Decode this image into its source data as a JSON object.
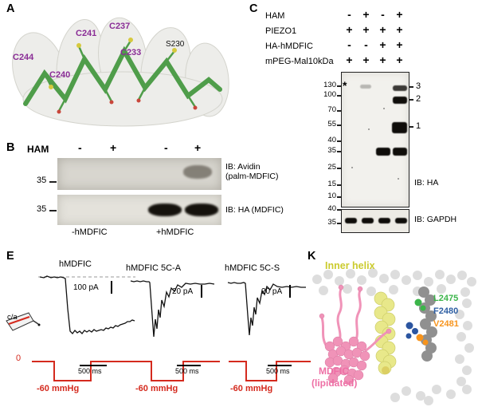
{
  "colors": {
    "residue_purple": "#8a2d96",
    "ribbon_green": "#4f9d4a",
    "trace_red": "#d42a1e",
    "mdfic_pink": "#ee6fa5",
    "inner_helix_yellow": "#cbcb2e",
    "l2475_green": "#3cb54a",
    "f2480_blue": "#2e5fa3",
    "v2481_orange": "#f7941d"
  },
  "panels": {
    "A": {
      "label": "A",
      "residues": {
        "c244": "C244",
        "c240": "C240",
        "c241": "C241",
        "c237": "C237",
        "c233": "C233",
        "s230": "S230"
      }
    },
    "B": {
      "label": "B",
      "ham": "HAM",
      "signs": [
        "-",
        "+",
        "-",
        "+"
      ],
      "mw_top": "35",
      "mw_bottom": "35",
      "ib_top_line1": "IB: Avidin",
      "ib_top_line2": "(palm-MDFIC)",
      "ib_bottom": "IB: HA (MDFIC)",
      "group_left": "-hMDFIC",
      "group_right": "+hMDFIC"
    },
    "C": {
      "label": "C",
      "rows": [
        {
          "name": "HAM",
          "signs": [
            "-",
            "+",
            "-",
            "+"
          ]
        },
        {
          "name": "PIEZO1",
          "signs": [
            "+",
            "+",
            "+",
            "+"
          ]
        },
        {
          "name": "HA-hMDFIC",
          "signs": [
            "-",
            "-",
            "+",
            "+"
          ]
        },
        {
          "name": "mPEG-Mal10kDa",
          "signs": [
            "+",
            "+",
            "+",
            "+"
          ]
        }
      ],
      "mw_main": [
        "130",
        "100",
        "70",
        "55",
        "40",
        "35",
        "25",
        "15",
        "10"
      ],
      "asterisk": "*",
      "band_numbers": [
        "3",
        "2",
        "1"
      ],
      "ib_main": "IB: HA",
      "mw_gapdh": [
        "40",
        "35"
      ],
      "ib_gapdh": "IB: GAPDH"
    },
    "E": {
      "label": "E",
      "traces": [
        {
          "title": "hMDFIC",
          "scale_pa": "100 pA",
          "scale_ms": "500 ms",
          "pressure": "-60 mmHg"
        },
        {
          "title": "hMDFIC 5C-A",
          "scale_pa": "20 pA",
          "scale_ms": "500 ms",
          "pressure": "-60 mmHg"
        },
        {
          "title": "hMDFIC 5C-S",
          "scale_pa": "20 pA",
          "scale_ms": "500 ms",
          "pressure": "-60 mmHg"
        }
      ],
      "zero": "0",
      "pipette": "c/a"
    },
    "K": {
      "label": "K",
      "inner_helix": "Inner helix",
      "residues": [
        {
          "name": "L2475"
        },
        {
          "name": "F2480"
        },
        {
          "name": "V2481"
        }
      ],
      "mdfic_line1": "MDFIC",
      "mdfic_line2": "(lipidated)"
    }
  }
}
